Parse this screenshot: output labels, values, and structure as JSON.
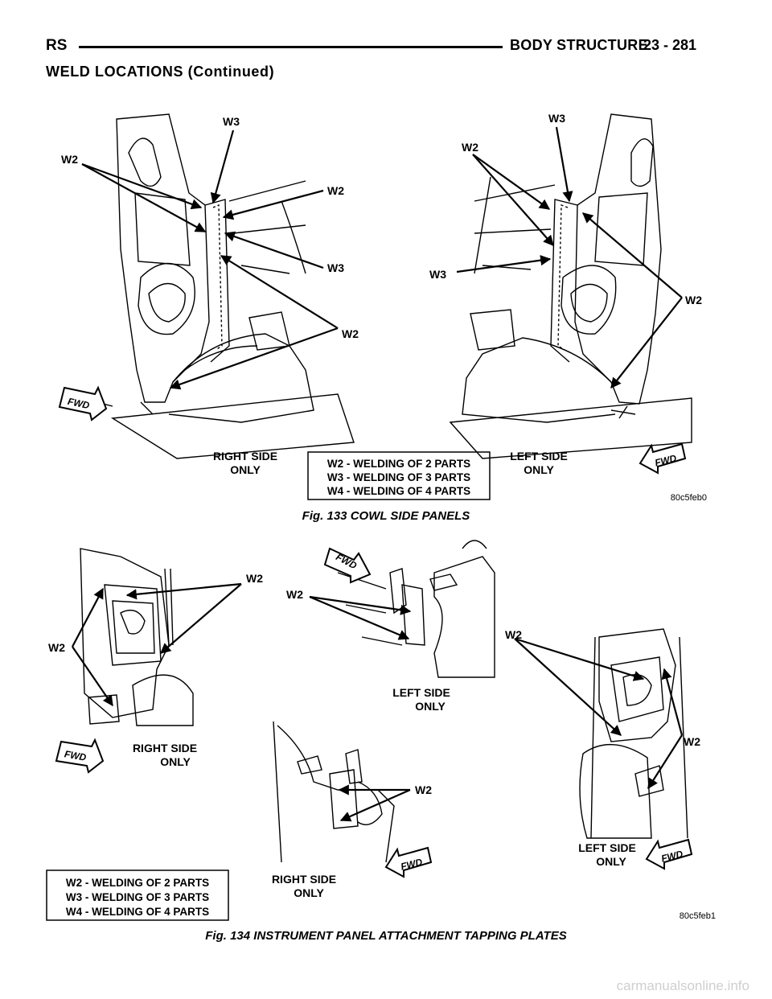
{
  "header": {
    "left": "RS",
    "section": "BODY STRUCTURE",
    "page": "23 - 281"
  },
  "subheading": "WELD LOCATIONS (Continued)",
  "labels": {
    "w2": "W2",
    "w3": "W3",
    "fwd": "FWD",
    "right_side_1": "RIGHT SIDE",
    "right_side_2": "ONLY",
    "left_side_1": "LEFT SIDE",
    "left_side_2": "ONLY"
  },
  "legend": {
    "line1": "W2 - WELDING OF 2 PARTS",
    "line2": "W3 - WELDING OF 3 PARTS",
    "line3": "W4 - WELDING OF 4 PARTS"
  },
  "fig133": {
    "code": "80c5feb0",
    "caption": "Fig. 133 COWL SIDE PANELS"
  },
  "fig134": {
    "code": "80c5feb1",
    "caption": "Fig. 134 INSTRUMENT PANEL ATTACHMENT TAPPING PLATES"
  },
  "footer": {
    "watermark": "carmanualsonline.info"
  },
  "colors": {
    "ink": "#000000",
    "paper": "#ffffff",
    "watermark": "#cfcfcf"
  }
}
